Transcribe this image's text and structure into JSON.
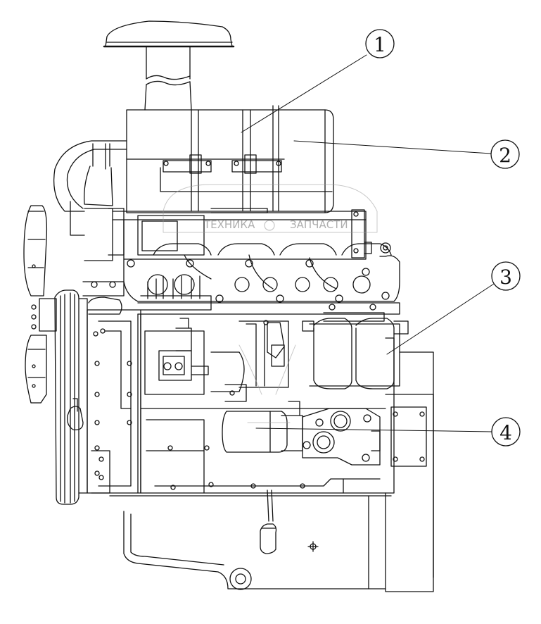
{
  "diagram": {
    "callouts": [
      {
        "id": "callout-1",
        "label": "1"
      },
      {
        "id": "callout-2",
        "label": "2"
      },
      {
        "id": "callout-3",
        "label": "3"
      },
      {
        "id": "callout-4",
        "label": "4"
      }
    ],
    "watermark": {
      "left_text": "ТЕХНИКА",
      "right_text": "ЗАПЧАСТИ"
    }
  },
  "colors": {
    "line": "#111111",
    "background": "#ffffff",
    "watermark": "#9a9a9a"
  }
}
